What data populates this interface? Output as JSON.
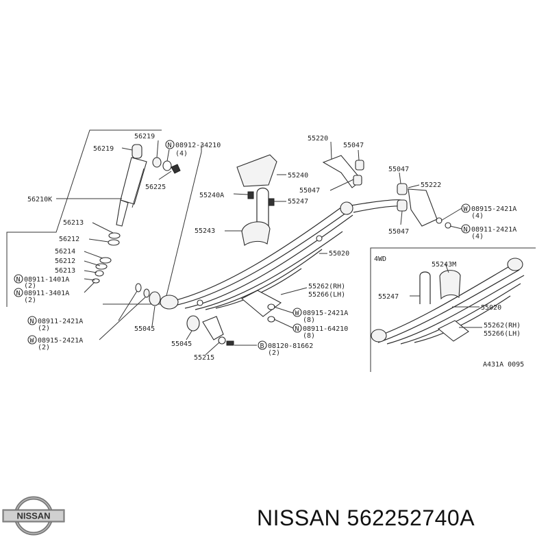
{
  "callouts": {
    "c56219a": "56219",
    "c56219b": "56219",
    "c08912": "08912-34210",
    "c08912q": "(4)",
    "c56225": "56225",
    "c56210K": "56210K",
    "c56213a": "56213",
    "c56212a": "56212",
    "c56214": "56214",
    "c56212b": "56212",
    "c56213b": "56213",
    "c08911_1401": "08911-1401A",
    "c08911_1401q": "(2)",
    "c08911_3401": "08911-3401A",
    "c08911_3401q": "(2)",
    "c08911_2421": "08911-2421A",
    "c08911_2421q": "(2)",
    "c08915_2421": "08915-2421A",
    "c08915_2421q": "(2)",
    "c55045a": "55045",
    "c55045b": "55045",
    "c55215": "55215",
    "c08120": "08120-81662",
    "c08120q": "(2)",
    "c55220": "55220",
    "c55047a": "55047",
    "c55240": "55240",
    "c55240A": "55240A",
    "c55047b": "55047",
    "c55247": "55247",
    "c55243": "55243",
    "c55020": "55020",
    "c55262": "55262(RH)",
    "c55266": "55266(LH)",
    "c08915_b": "08915-2421A",
    "c08915_bq": "(8)",
    "c08911_64": "08911-64210",
    "c08911_64q": "(8)",
    "c55047c": "55047",
    "c55222": "55222",
    "c55047d": "55047",
    "c08915_c": "08915-2421A",
    "c08915_cq": "(4)",
    "c08911_c": "08911-2421A",
    "c08911_cq": "(4)",
    "c4wd": "4WD",
    "c55243M": "55243M",
    "c55247b": "55247",
    "c55020b": "55020",
    "c55262b": "55262(RH)",
    "c55266b": "55266(LH)",
    "cref": "A431A 0095"
  },
  "prefix": {
    "N": "N",
    "W": "W",
    "B": "B"
  },
  "brand": {
    "logo_text": "NISSAN",
    "part_caption": "NISSAN 562252740A"
  }
}
